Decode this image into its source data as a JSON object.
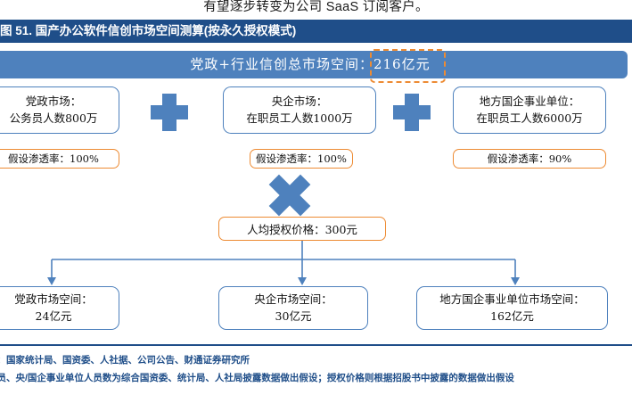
{
  "page": {
    "body_sentence": "有望逐步转变为公司 SaaS 订阅客户。"
  },
  "figure": {
    "title": "图 51. 国产办公软件信创市场空间测算(按永久授权模式)",
    "title_bg": "#1F4E89",
    "accent_blue": "#4E81BD",
    "accent_orange": "#ED8B33"
  },
  "total_banner": {
    "label": "党政+行业信创总市场空间：",
    "value": "216亿元",
    "highlight_color": "#ED8B33"
  },
  "inputs": [
    {
      "line1": "党政市场：",
      "line2": "公务员人数800万"
    },
    {
      "line1": "央企市场：",
      "line2": "在职员工人数1000万"
    },
    {
      "line1": "地方国企事业单位：",
      "line2": "在职员工人数6000万"
    }
  ],
  "penetration": [
    {
      "text": "假设渗透率：100%"
    },
    {
      "text": "假设渗透率：100%"
    },
    {
      "text": "假设渗透率：90%"
    }
  ],
  "operators": {
    "plus_1": "plus",
    "plus_2": "plus",
    "multiply": "multiply"
  },
  "price": {
    "text": "人均授权价格：300元"
  },
  "results": [
    {
      "line1": "党政市场空间：",
      "line2": "24亿元"
    },
    {
      "line1": "央企市场空间：",
      "line2": "30亿元"
    },
    {
      "line1": "地方国企事业单位市场空间：",
      "line2": "162亿元"
    }
  ],
  "footer": {
    "source": "源：国家统计局、国资委、人社据、公司公告、财通证券研究所",
    "note": "务员、央/国企事业单位人员数为综合国资委、统计局、人社局披露数据做出假设；授权价格则根据招股书中披露的数据做出假设"
  }
}
